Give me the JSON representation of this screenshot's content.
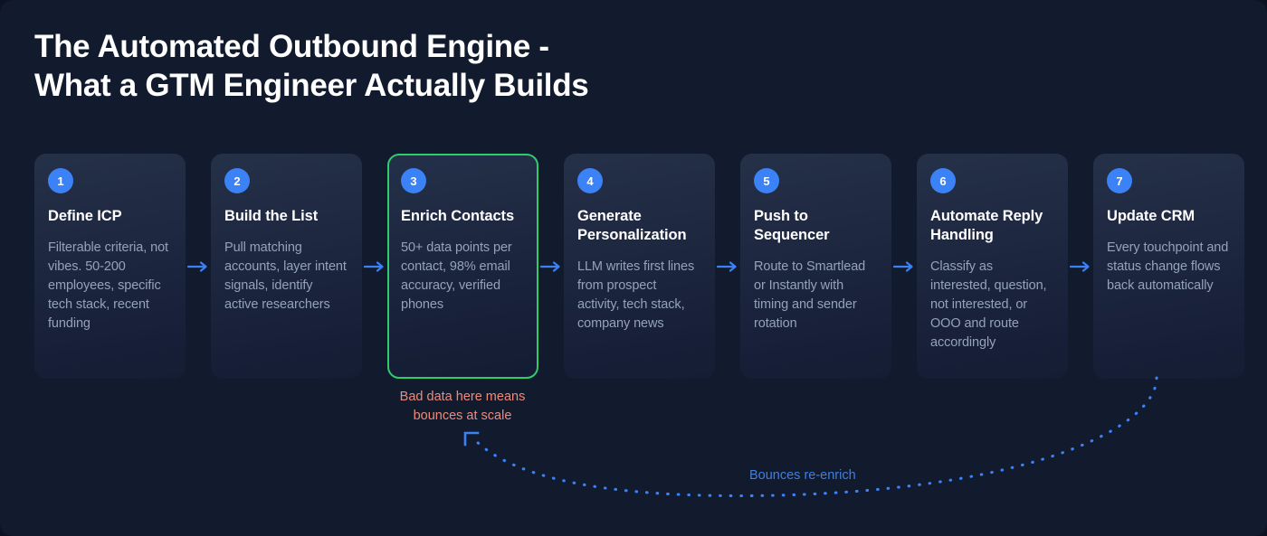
{
  "header": {
    "title": "The Automated Outbound Engine -\nWhat a GTM Engineer Actually Builds"
  },
  "colors": {
    "background": "#121a2e",
    "page_background": "#0c1222",
    "card_background": "#1e2840",
    "badge_blue": "#3b82f6",
    "highlight_green": "#2ecc6b",
    "warning_salmon": "#f08a78",
    "loop_blue": "#3f7fe0",
    "arrow_blue": "#3b82f6",
    "title_text": "#ffffff",
    "body_text": "#94a3b8"
  },
  "flow": {
    "arrow_icon": "arrow-right-icon",
    "steps": [
      {
        "number": "1",
        "title": "Define ICP",
        "description": "Filterable criteria, not vibes. 50-200 employees, specific tech stack, recent funding",
        "highlighted": false
      },
      {
        "number": "2",
        "title": "Build the List",
        "description": "Pull matching accounts, layer intent signals, identify active researchers",
        "highlighted": false
      },
      {
        "number": "3",
        "title": "Enrich Contacts",
        "description": "50+ data points per contact, 98% email accuracy, verified phones",
        "highlighted": true
      },
      {
        "number": "4",
        "title": "Generate Personalization",
        "description": "LLM writes first lines from prospect activity, tech stack, company news",
        "highlighted": false
      },
      {
        "number": "5",
        "title": "Push to Sequencer",
        "description": "Route to Smartlead or Instantly with timing and sender rotation",
        "highlighted": false
      },
      {
        "number": "6",
        "title": "Automate Reply Handling",
        "description": "Classify as interested, question, not interested, or OOO and route accordingly",
        "highlighted": false
      },
      {
        "number": "7",
        "title": "Update CRM",
        "description": "Every touchpoint and status change flows back automatically",
        "highlighted": false
      }
    ]
  },
  "annotations": {
    "warning": "Bad data here means\nbounces at scale",
    "warning_pointer_icon": "corner-arrow-up-left-icon",
    "loop_label": "Bounces re-enrich",
    "loop_icon": "dotted-curve-feedback-icon"
  }
}
